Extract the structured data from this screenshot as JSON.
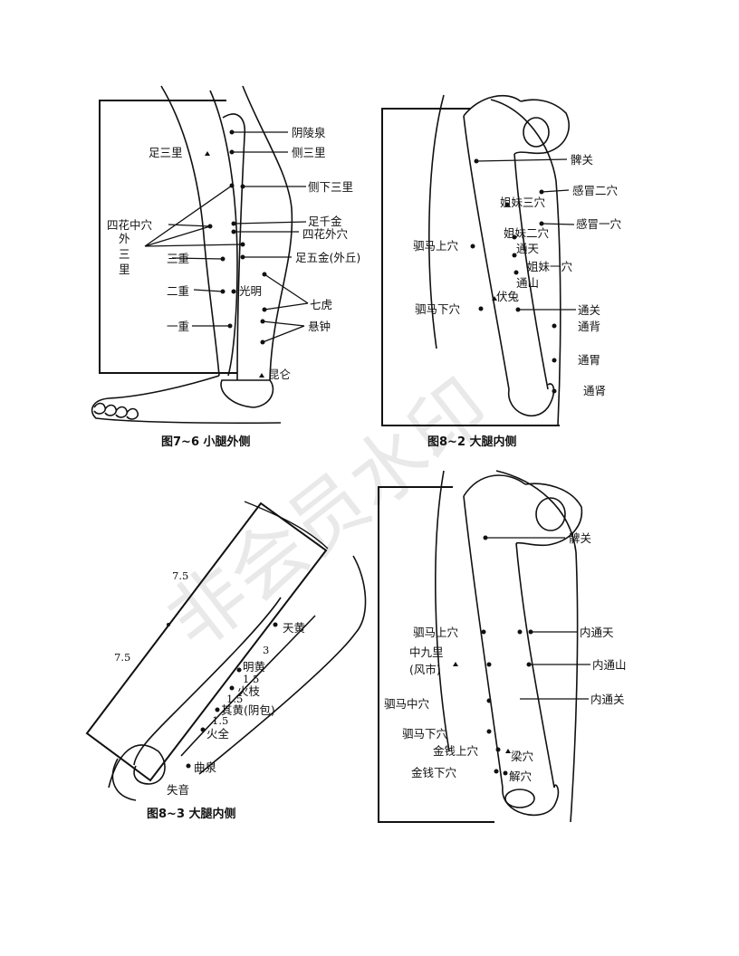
{
  "watermark": "非会员水印",
  "fig_7_6": {
    "caption": "图7~6  小腿外侧",
    "labels": {
      "yinlingquan": "阴陵泉",
      "zusanli": "足三里",
      "cesanli": "侧三里",
      "cexiasanli": "侧下三里",
      "sihuazhongxue": "四花中穴",
      "wai": "外",
      "san": "三",
      "li": "里",
      "zuqianjin": "足千金",
      "sihuawaixue": "四花外穴",
      "sanzhong": "三重",
      "zuwujin": "足五金(外丘)",
      "erzhong": "二重",
      "guangming": "光明",
      "qihu": "七虎",
      "yizhong": "一重",
      "xuanzhong": "悬钟",
      "kunlun": "昆仑"
    }
  },
  "fig_8_2": {
    "caption": "图8~2  大腿内侧",
    "labels": {
      "biguan": "髀关",
      "ganmao2": "感冒二穴",
      "jiemei3": "姐妹三穴",
      "ganmao1": "感冒一穴",
      "jiemei2": "姐妹二穴",
      "simashang": "驷马上穴",
      "tongtian": "通天",
      "jiemei1": "姐妹一穴",
      "tongshan": "通山",
      "futu": "伏兔",
      "simaxia": "驷马下穴",
      "tongguan": "通关",
      "tongbei": "通背",
      "tongwei": "通胃",
      "tongshen": "通肾"
    }
  },
  "fig_8_3": {
    "caption": "图8~3  大腿内侧",
    "labels": {
      "len_top": "7.5",
      "len_side": "7.5",
      "tianhuang": "天黄",
      "d1": "3",
      "minghuang": "明黄",
      "d2": "1.5",
      "huozhi": "火枝",
      "d3": "1.5",
      "qihuang": "其黄(阴包)",
      "d4": "1.5",
      "huoquan": "火全",
      "ququan": "曲泉",
      "shiyin": "失音"
    }
  },
  "fig_4": {
    "labels": {
      "biguan": "髀关",
      "simashang": "驷马上穴",
      "neitongtian": "内通天",
      "zhongjiuli": "中九里",
      "fengshi": "(风市)",
      "neitongshan": "内通山",
      "simazhong": "驷马中穴",
      "neitongguan": "内通关",
      "simaxia": "驷马下穴",
      "jinqianshang": "金钱上穴",
      "liangxue": "梁穴",
      "jinqianxia": "金钱下穴",
      "jiexue": "解穴"
    }
  }
}
